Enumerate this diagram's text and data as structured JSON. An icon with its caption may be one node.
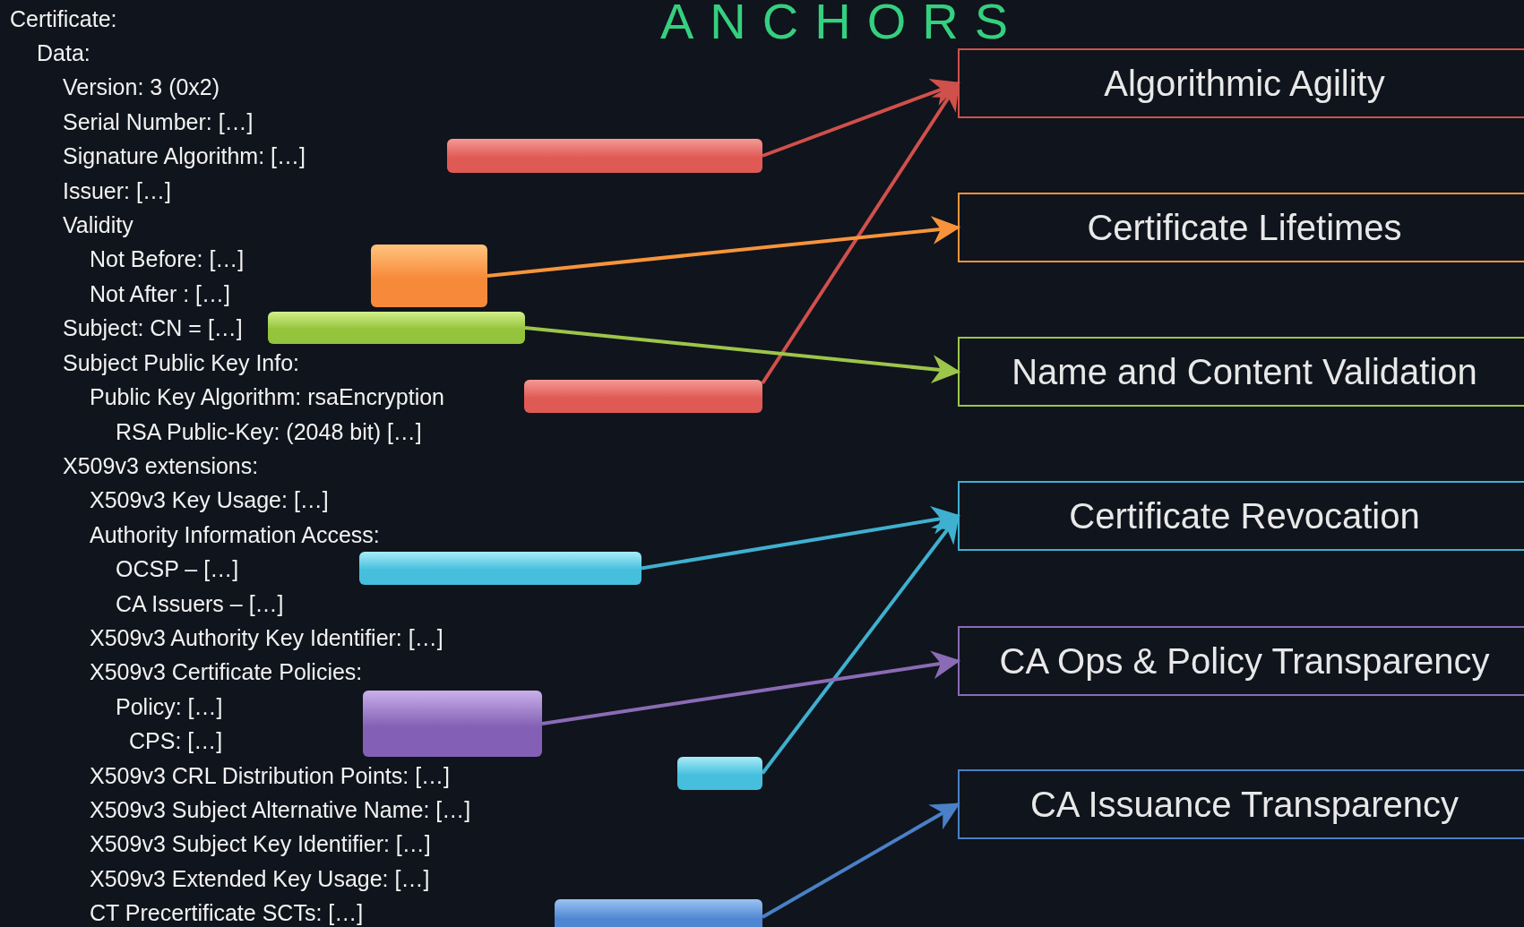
{
  "diagram": {
    "title": "ANCHORS",
    "nodes": [
      {
        "text": [
          "Algorithmic Agility"
        ]
      },
      {
        "text": [
          "Certificate Lifetimes"
        ]
      },
      {
        "text": [
          "Name and Content Validation"
        ]
      },
      {
        "text": [
          "Certificate Revocation"
        ]
      },
      {
        "text": [
          "CA Ops & Policy Transparency"
        ]
      },
      {
        "text": [
          "CA Issuance Transparency"
        ]
      },
      {
        "text": [],
        "shape": "bar"
      },
      {
        "text": [],
        "shape": "bar"
      },
      {
        "text": [],
        "shape": "bar"
      },
      {
        "text": [],
        "shape": "bar"
      },
      {
        "text": [],
        "shape": "bar"
      },
      {
        "text": [],
        "shape": "bar"
      },
      {
        "text": [],
        "shape": "bar"
      },
      {
        "text": [],
        "shape": "bar"
      }
    ],
    "edges": [
      {
        "from": 6,
        "to": 0,
        "arrow": "to",
        "color": "#d0504c"
      },
      {
        "from": 9,
        "to": 0,
        "arrow": "to",
        "color": "#d0504c"
      },
      {
        "from": 7,
        "to": 1,
        "arrow": "to",
        "color": "#f7943b"
      },
      {
        "from": 8,
        "to": 2,
        "arrow": "to",
        "color": "#9cc54a"
      },
      {
        "from": 10,
        "to": 3,
        "arrow": "to",
        "color": "#3fb0cf"
      },
      {
        "from": 12,
        "to": 3,
        "arrow": "to",
        "color": "#3fb0cf"
      },
      {
        "from": 11,
        "to": 4,
        "arrow": "to",
        "color": "#8a6bb5"
      },
      {
        "from": 13,
        "to": 5,
        "arrow": "to",
        "color": "#4a80c6"
      }
    ],
    "labels": [
      "Certificate:",
      "Data:",
      "Version: 3 (0x2)",
      "Serial Number: […]",
      "Signature Algorithm: […]",
      "Issuer: […]",
      "Validity",
      "Not Before: […]",
      "Not After : […]",
      "Subject: CN = […]",
      "Subject Public Key Info:",
      "Public Key Algorithm: rsaEncryption",
      "RSA Public-Key: (2048 bit) […]",
      "X509v3 extensions:",
      "X509v3 Key Usage: […]",
      "Authority Information Access:",
      "OCSP – […]",
      "CA Issuers – […]",
      "X509v3 Authority Key Identifier: […]",
      "X509v3 Certificate Policies:",
      "Policy: […]",
      "CPS: […]",
      "X509v3 CRL Distribution Points: […]",
      "X509v3 Subject Alternative Name: […]",
      "X509v3 Subject Key Identifier: […]",
      "X509v3 Extended Key Usage: […]",
      "CT Precertificate SCTs: […]"
    ]
  }
}
